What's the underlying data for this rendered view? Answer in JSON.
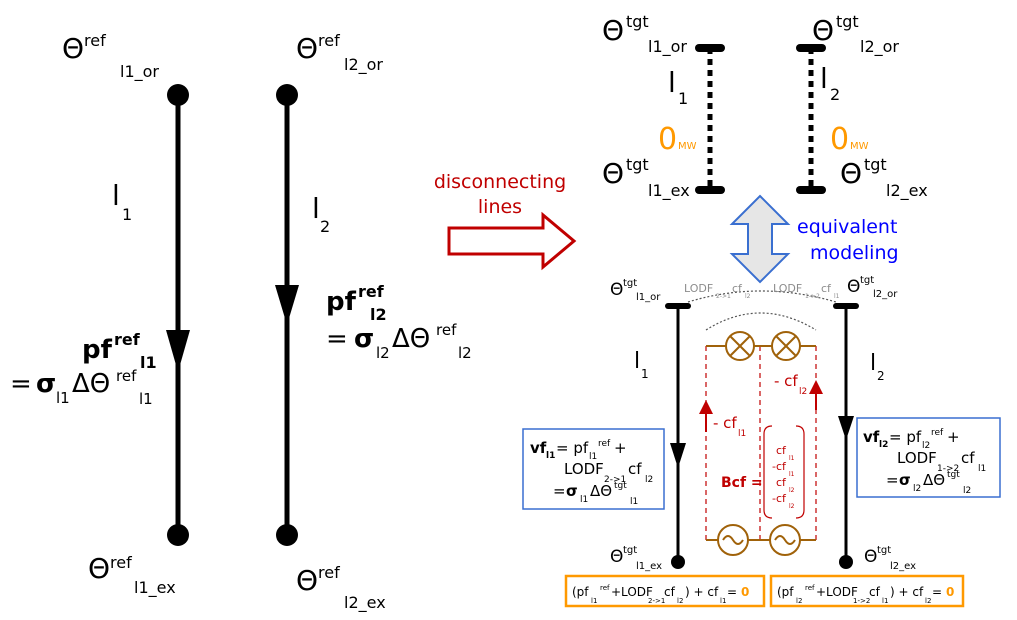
{
  "left": {
    "theta": "Θ",
    "ref": "ref",
    "l1_or": "l1_or",
    "l2_or": "l2_or",
    "l1_ex": "l1_ex",
    "l2_ex": "l2_ex",
    "line1": "l",
    "line1_sub": "1",
    "line2": "l",
    "line2_sub": "2",
    "pf1_pf": "pf",
    "pf1_sup": "ref",
    "pf1_sub": "l1",
    "pf1_eq": "= ",
    "pf1_sigma": "σ",
    "pf1_sigma_sub": "l1",
    "pf1_delta": "ΔΘ",
    "pf1_delta_sup": "ref",
    "pf1_delta_sub": "l1",
    "pf2_pf": "pf",
    "pf2_sup": "ref",
    "pf2_sub": "l2",
    "pf2_eq": "= ",
    "pf2_sigma": "σ",
    "pf2_sigma_sub": "l2",
    "pf2_delta": "ΔΘ",
    "pf2_delta_sup": "ref",
    "pf2_delta_sub": "l2"
  },
  "arrow": {
    "line1": "disconnecting",
    "line2": "lines"
  },
  "top_right": {
    "theta": "Θ",
    "tgt": "tgt",
    "l1_or": "l1_or",
    "l2_or": "l2_or",
    "l1_ex": "l1_ex",
    "l2_ex": "l2_ex",
    "line1": "l",
    "line1_sub": "1",
    "line2": "l",
    "line2_sub": "2",
    "zero": "0",
    "mw": "MW"
  },
  "equiv": {
    "line1": "equivalent",
    "line2": "modeling"
  },
  "bottom_right": {
    "theta": "Θ",
    "tgt": "tgt",
    "l1_or": "l1_or",
    "l2_or": "l2_or",
    "l1_ex": "l1_ex",
    "l2_ex": "l2_ex",
    "line1": "l",
    "line1_sub": "1",
    "line2": "l",
    "line2_sub": "2",
    "lodf21": "LODF",
    "lodf21_sub": "2->1",
    "lodf21_cf": "cf",
    "lodf21_cf_sub": "l2",
    "lodf12": "LODF",
    "lodf12_sub": "1->2",
    "lodf12_cf": "cf",
    "lodf12_cf_sub": "l1",
    "neg_cf1": "- cf",
    "neg_cf1_sub": "l1",
    "neg_cf2": "- cf",
    "neg_cf2_sub": "l2",
    "bcf": "Bcf =",
    "vec1": "cf",
    "vec1_sub": "l1",
    "vec2": "-cf",
    "vec2_sub": "l1",
    "vec3": "cf",
    "vec3_sub": "l2",
    "vec4": "-cf",
    "vec4_sub": "l2"
  },
  "box1": {
    "vf": "vf",
    "vf_sub": "l1",
    "eq_pf": "= pf",
    "pf_sub": "l1",
    "pf_sup": "ref",
    "plus": " +",
    "lodf": "LODF",
    "lodf_sub": "2->1",
    "cf": "cf",
    "cf_sub": "l2",
    "eq": "= ",
    "sigma": "σ",
    "sigma_sub": "l1",
    "delta": "ΔΘ",
    "delta_sup": "tgt",
    "delta_sub": "l1"
  },
  "box2": {
    "vf": "vf",
    "vf_sub": "l2",
    "eq_pf": "= pf",
    "pf_sub": "l2",
    "pf_sup": "ref",
    "plus": " +",
    "lodf": "LODF",
    "lodf_sub": "1->2",
    "cf": "cf",
    "cf_sub": "l1",
    "eq": "= ",
    "sigma": "σ",
    "sigma_sub": "l2",
    "delta": "ΔΘ",
    "delta_sup": "tgt",
    "delta_sub": "l2"
  },
  "eq1": {
    "open": "(pf",
    "pf_sub": "l1",
    "pf_sup": "ref",
    "mid": "+LODF",
    "lodf_sub": "2->1",
    "cf": "cf",
    "cf_sub": "l2",
    "close": ") + cf",
    "close_sub": "l1",
    "eq": " = ",
    "zero": "0"
  },
  "eq2": {
    "open": "(pf",
    "pf_sub": "l2",
    "pf_sup": "ref",
    "mid": "+LODF",
    "lodf_sub": "1->2",
    "cf": "cf",
    "cf_sub": "l1",
    "close": ") + cf",
    "close_sub": "l2",
    "eq": " = ",
    "zero": "0"
  },
  "colors": {
    "black": "#000000",
    "red": "#c00000",
    "blue": "#0000ff",
    "orange": "#ff9900",
    "box_blue": "#3a6fd0",
    "brown": "#a0620a",
    "gray": "#8c8c8c"
  }
}
